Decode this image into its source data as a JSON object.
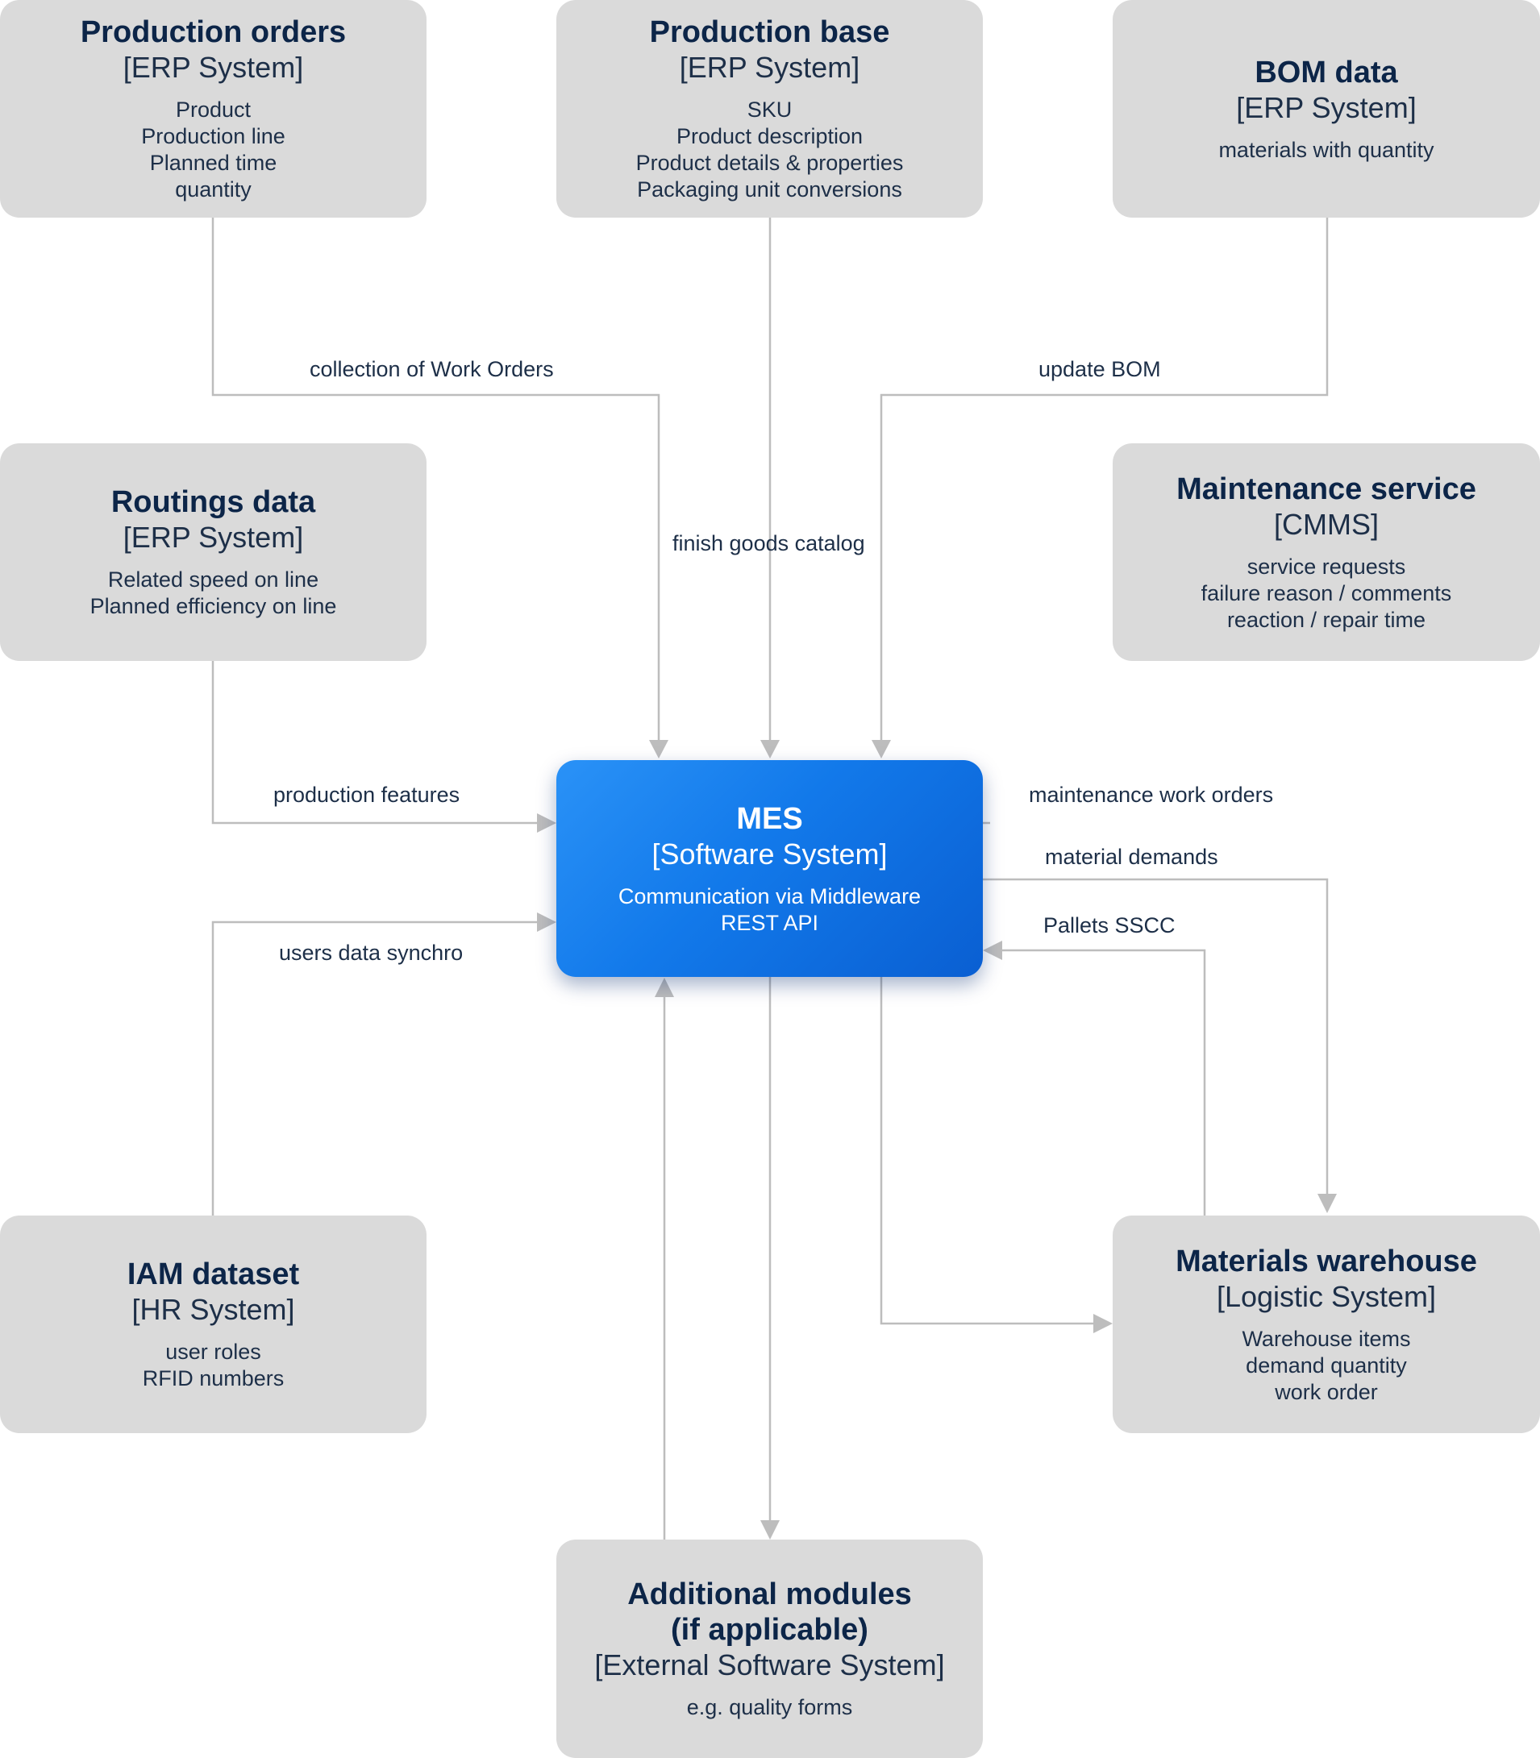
{
  "nodes": {
    "production_orders": {
      "title": "Production orders",
      "system": "[ERP System]",
      "lines": [
        "Product",
        "Production line",
        "Planned time",
        "quantity"
      ]
    },
    "production_base": {
      "title": "Production base",
      "system": "[ERP System]",
      "lines": [
        "SKU",
        "Product description",
        "Product details & properties",
        "Packaging unit conversions"
      ]
    },
    "bom_data": {
      "title": "BOM data",
      "system": "[ERP System]",
      "lines": [
        "materials with quantity"
      ]
    },
    "routings_data": {
      "title": "Routings data",
      "system": "[ERP System]",
      "lines": [
        "Related speed on line",
        "Planned efficiency on line"
      ]
    },
    "maintenance_service": {
      "title": "Maintenance service",
      "system": "[CMMS]",
      "lines": [
        "service requests",
        "failure reason / comments",
        "reaction / repair time"
      ]
    },
    "mes": {
      "title": "MES",
      "system": "[Software System]",
      "lines": [
        "Communication via Middleware",
        "REST API"
      ]
    },
    "iam_dataset": {
      "title": "IAM dataset",
      "system": "[HR System]",
      "lines": [
        "user roles",
        "RFID numbers"
      ]
    },
    "materials_warehouse": {
      "title": "Materials warehouse",
      "system": "[Logistic System]",
      "lines": [
        "Warehouse items",
        "demand quantity",
        "work order"
      ]
    },
    "additional_modules": {
      "title_line1": "Additional modules",
      "title_line2": "(if applicable)",
      "system": "[External Software System]",
      "lines": [
        "e.g. quality forms"
      ]
    }
  },
  "edges": {
    "collection_of_work_orders": "collection of Work Orders",
    "update_bom": "update BOM",
    "finish_goods_catalog": "finish goods catalog",
    "production_features": "production features",
    "maintenance_work_orders": "maintenance work orders",
    "material_demands": "material demands",
    "pallets_sscc": "Pallets SSCC",
    "users_data_synchro": "users data synchro"
  },
  "colors": {
    "node_fill": "#dadada",
    "mes_fill": "#1a7ff0",
    "text": "#0c2548",
    "connector": "#bdbdbd"
  }
}
